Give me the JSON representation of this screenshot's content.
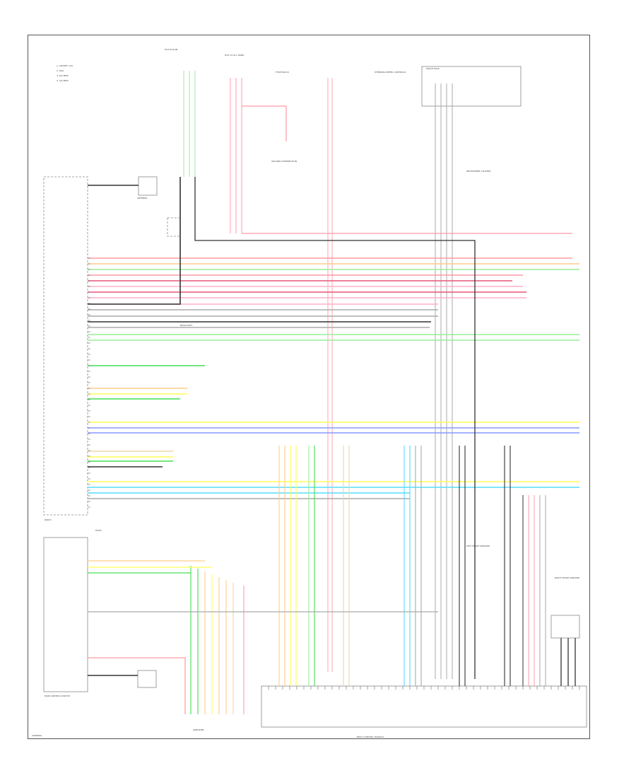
{
  "legend": [
    "1. SOCKET 1/4L",
    "2. 8/4L",
    "3. 6/4 MM4",
    "4. 5/4 MM4"
  ],
  "connectors": {
    "antenna": "ANTENNA",
    "backlight": "BACKLIGHT",
    "radio": "RADIO",
    "mute": "MUTE",
    "side_controls": "MAIN CONTROL SWITCH"
  },
  "top_labels": {
    "l1": "HOT IN RUN",
    "l2": "HOT AT ALL TIMES",
    "l3": "FUSE BLOCK",
    "l4": "STEERING WHEEL CONTROLS",
    "l5": "SPLICE PACK",
    "l6": "GROUND DISTRIBUTION",
    "l7": "INSTRUMENT CLUSTER",
    "l8": "LEFT FRONT SPEAKER"
  },
  "bottom_labels": {
    "amp": "AMPLIFIER",
    "module": "BODY CONTROL MODULE",
    "speaker_block": "RIGHT FRONT SPEAKER"
  },
  "footer_code": "CD6880A",
  "wire_colors": {
    "red": "#ff9aa8",
    "dkred": "#e6577a",
    "pink": "#ffb0c8",
    "orange": "#ffcc88",
    "yellow": "#ffff55",
    "ltgreen": "#99ee99",
    "green": "#44dd55",
    "blue": "#8899ff",
    "ltblue": "#55ddff",
    "gray": "#aaaaaa",
    "black": "#333333",
    "tan": "#e8d8a8"
  }
}
